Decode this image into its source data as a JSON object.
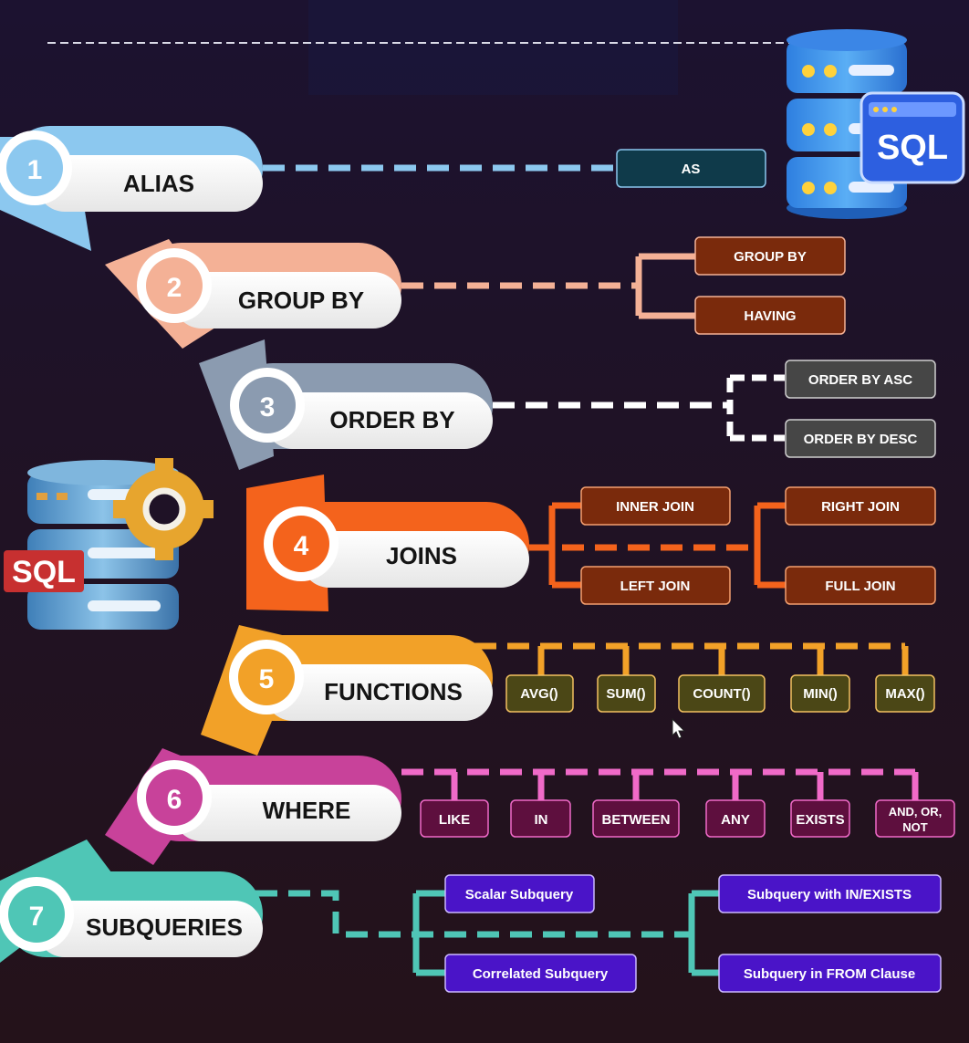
{
  "colors": {
    "alias": "#8cc8ef",
    "group_by": "#f4b196",
    "order_by": "#8b9bb0",
    "joins": "#f4631c",
    "functions": "#f2a128",
    "where": "#c8429a",
    "subqueries": "#4fc6b6"
  },
  "steps": [
    {
      "number": "1",
      "label": "ALIAS"
    },
    {
      "number": "2",
      "label": "GROUP BY"
    },
    {
      "number": "3",
      "label": "ORDER BY"
    },
    {
      "number": "4",
      "label": "JOINS"
    },
    {
      "number": "5",
      "label": "FUNCTIONS"
    },
    {
      "number": "6",
      "label": "WHERE"
    },
    {
      "number": "7",
      "label": "SUBQUERIES"
    }
  ],
  "alias_items": [
    "AS"
  ],
  "group_by_items": [
    "GROUP BY",
    "HAVING"
  ],
  "order_by_items": [
    "ORDER BY ASC",
    "ORDER BY DESC"
  ],
  "joins_items": [
    "INNER JOIN",
    "LEFT JOIN",
    "RIGHT JOIN",
    "FULL JOIN"
  ],
  "functions_items": [
    "AVG()",
    "SUM()",
    "COUNT()",
    "MIN()",
    "MAX()"
  ],
  "where_items": [
    "LIKE",
    "IN",
    "BETWEEN",
    "ANY",
    "EXISTS",
    "AND, OR,",
    "NOT"
  ],
  "subqueries_items": [
    "Scalar Subquery",
    "Correlated Subquery",
    "Subquery with IN/EXISTS",
    "Subquery in FROM Clause"
  ],
  "logos": {
    "top_right": "SQL",
    "left": "SQL"
  },
  "icons": {
    "database_stack": "database-icon",
    "gear": "gear-icon",
    "cursor": "mouse-pointer-icon"
  }
}
